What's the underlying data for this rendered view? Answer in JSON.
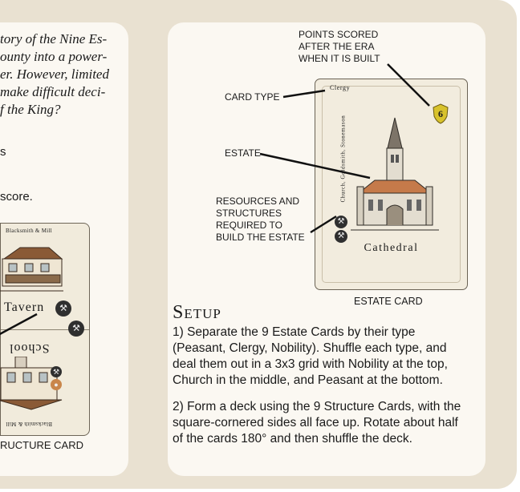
{
  "left_panel": {
    "intro_lines": [
      "tory of the Nine Es-",
      "ounty into a power-",
      "er. However, limited",
      " make difficult deci-",
      "f the King?"
    ],
    "stray_glyph": "s",
    "score_text": "score.",
    "structure_card": {
      "top_label": "Blacksmith & Mill",
      "top_title": "Tavern",
      "bottom_title": "School",
      "bottom_label": "Blacksmith & Mill"
    },
    "caption": "RUCTURE CARD"
  },
  "right_panel": {
    "callouts": {
      "points": [
        "POINTS SCORED",
        "AFTER THE ERA",
        "WHEN IT IS BUILT"
      ],
      "card_type": "CARD TYPE",
      "estate": "ESTATE",
      "resources": [
        "RESOURCES AND",
        "STRUCTURES",
        "REQUIRED TO",
        "BUILD THE ESTATE"
      ]
    },
    "estate_card": {
      "type": "Clergy",
      "requirements": "Church, Goldsmith, Stonemason",
      "title": "Cathedral",
      "points": "6"
    },
    "card_caption": "ESTATE CARD",
    "setup": {
      "heading": "Setup",
      "para1_lines": [
        "1) Separate the 9 Estate Cards by their type",
        "(Peasant, Clergy, Nobility). Shuffle each type, and",
        "deal them out in a 3x3 grid with Nobility at the top,",
        "Church in the middle, and Peasant at the bottom."
      ],
      "para2_lines": [
        "2) Form a deck using the 9 Structure Cards, with the",
        "square-cornered sides all face up. Rotate about half",
        "of the cards 180° and then shuffle the deck."
      ]
    }
  },
  "colors": {
    "frame": "#e9e1d1",
    "panel": "#fbf8f2",
    "card": "#f2ecde",
    "points_shield": "#d8c22c"
  }
}
